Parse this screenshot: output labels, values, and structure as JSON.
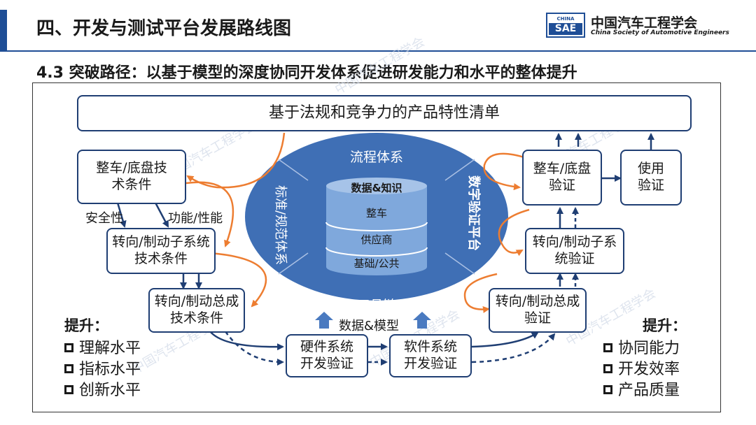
{
  "header": {
    "title": "四、开发与测试平台发展路线图",
    "logo_box_top": "CHINA",
    "logo_box_bottom": "SAE",
    "logo_cn": "中国汽车工程学会",
    "logo_en": "China Society of Automotive Engineers"
  },
  "subtitle": "4.3 突破路径：以基于模型的深度协同开发体系促进研发能力和水平的整体提升",
  "diagram": {
    "top_box": "基于法规和竞争力的产品特性清单",
    "left_boxes": {
      "vehicle_conditions": "整车/底盘技术条件",
      "subsystem_conditions": "转向/制动子系统技术条件",
      "assembly_conditions": "转向/制动总成技术条件"
    },
    "left_labels": {
      "safety": "安全性",
      "function": "功能/性能"
    },
    "right_boxes": {
      "vehicle_validation": "整车/底盘验证",
      "usage_validation": "使用验证",
      "subsystem_validation": "转向/制动子系统验证",
      "assembly_validation": "转向/制动总成验证"
    },
    "bottom_boxes": {
      "hardware": "硬件系统开发验证",
      "software": "软件系统开发验证"
    },
    "ellipse": {
      "top": "流程体系",
      "left": "标准/规范体系",
      "right": "数字验证平台",
      "bottom": "工具链",
      "db_title": "数据&知识",
      "db_layers": [
        "整车",
        "供应商",
        "基础/公共"
      ]
    },
    "data_model_label": "数据&模型"
  },
  "lists": {
    "left": {
      "title": "提升：",
      "items": [
        "理解水平",
        "指标水平",
        "创新水平"
      ]
    },
    "right": {
      "title": "提升：",
      "items": [
        "协同能力",
        "开发效率",
        "产品质量"
      ]
    }
  },
  "watermark": "中国汽车工程学会",
  "colors": {
    "brand_blue": "#1f4e96",
    "box_border": "#1f3e73",
    "ellipse_fill": "#3f6fb5",
    "db_fill": "#7fa8dc",
    "orange_arrow": "#ed7d31",
    "dark_arrow": "#1f3e73"
  }
}
